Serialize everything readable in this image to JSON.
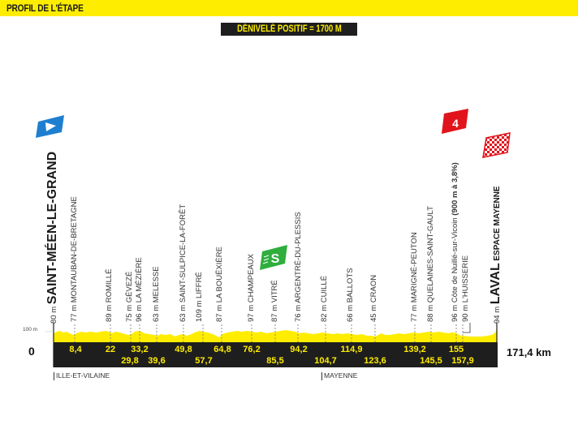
{
  "header": {
    "title": "PROFIL DE L'ÉTAPE",
    "elevation_gain": "DÉNIVELÉ POSITIF = 1700 M"
  },
  "axis": {
    "y_zero": "0",
    "y_ref": "100 m",
    "total_distance": "171,4 km"
  },
  "colors": {
    "yellow": "#ffed00",
    "band": "#1e1e1e",
    "start_flag": "#1e7fd0",
    "sprint_badge": "#2fae3d",
    "climb_badge": "#e1141c",
    "finish_flag": "#e1141c"
  },
  "badges": {
    "start": "start-flag",
    "sprint": "S",
    "climb_category": "4",
    "finish": "finish-checkered-flag"
  },
  "regions": [
    {
      "label": "ILLE-ET-VILAINE",
      "km": 0
    },
    {
      "label": "MAYENNE",
      "km": 104.7
    }
  ],
  "waypoints": [
    {
      "alt": "80 m",
      "name": "SAINT-MÉEN-LE-GRAND",
      "sub": "",
      "km": 0,
      "type": "start"
    },
    {
      "alt": "77 m",
      "name": "MONTAUBAN-DE-BRETAGNE",
      "km": 8.4
    },
    {
      "alt": "89 m",
      "name": "ROMILLÉ",
      "km": 22
    },
    {
      "alt": "75 m",
      "name": "GÉVEZÉ",
      "km": 29.8
    },
    {
      "alt": "96 m",
      "name": "LA MÉZIÈRE",
      "km": 33.2
    },
    {
      "alt": "63 m",
      "name": "MELESSE",
      "km": 39.6
    },
    {
      "alt": "63 m",
      "name": "SAINT-SULPICE-LA-FORÊT",
      "km": 49.8
    },
    {
      "alt": "109 m",
      "name": "LIFFRÉ",
      "km": 57.7
    },
    {
      "alt": "87 m",
      "name": "LA BOUËXIÈRE",
      "km": 64.8
    },
    {
      "alt": "97 m",
      "name": "CHAMPEAUX",
      "km": 76.2
    },
    {
      "alt": "87 m",
      "name": "VITRÉ",
      "km": 85.5,
      "type": "sprint"
    },
    {
      "alt": "76 m",
      "name": "ARGENTRÉ-DU-PLESSIS",
      "km": 94.2
    },
    {
      "alt": "82 m",
      "name": "CUILLÉ",
      "km": 104.7
    },
    {
      "alt": "66 m",
      "name": "BALLOTS",
      "km": 114.9
    },
    {
      "alt": "45 m",
      "name": "CRAON",
      "km": 123.6
    },
    {
      "alt": "77 m",
      "name": "MARIGNÉ-PEUTON",
      "km": 139.2
    },
    {
      "alt": "88 m",
      "name": "QUELAINES-SAINT-GAULT",
      "km": 145.5
    },
    {
      "alt": "96 m",
      "name": "Côte de Nuillé-sur-Vicoin",
      "climb": "(900 m à 3,8%)",
      "km": 155,
      "type": "climb"
    },
    {
      "alt": "90 m",
      "name": "L'HUISSERIE",
      "km": 157.9
    },
    {
      "alt": "94 m",
      "name": "LAVAL",
      "sub": "ESPACE MAYENNE",
      "km": 171.4,
      "type": "finish"
    }
  ],
  "km_markers_top": [
    "8,4",
    "22",
    "33,2",
    "49,8",
    "64,8",
    "76,2",
    "94,2",
    "114,9",
    "139,2",
    "155"
  ],
  "km_markers_bottom": [
    "29,8",
    "39,6",
    "57,7",
    "85,5",
    "104,7",
    "123,6",
    "145,5",
    "157,9"
  ],
  "chart_data": {
    "type": "area",
    "title": "PROFIL DE L'ÉTAPE",
    "subtitle": "DÉNIVELÉ POSITIF = 1700 M",
    "xlabel": "km",
    "ylabel": "m",
    "xlim": [
      0,
      171.4
    ],
    "ylim": [
      0,
      110
    ],
    "grid": false,
    "x": [
      0,
      8.4,
      22,
      29.8,
      33.2,
      39.6,
      49.8,
      57.7,
      64.8,
      76.2,
      85.5,
      94.2,
      104.7,
      114.9,
      123.6,
      139.2,
      145.5,
      155,
      157.9,
      171.4
    ],
    "series": [
      {
        "name": "Altitude",
        "values": [
          80,
          77,
          89,
          75,
          96,
          63,
          63,
          109,
          87,
          97,
          87,
          76,
          82,
          66,
          45,
          77,
          88,
          96,
          90,
          94
        ]
      }
    ],
    "tick_labels_x": [
      "0",
      "8,4",
      "22",
      "29,8",
      "33,2",
      "39,6",
      "49,8",
      "57,7",
      "64,8",
      "76,2",
      "85,5",
      "94,2",
      "104,7",
      "114,9",
      "123,6",
      "139,2",
      "145,5",
      "155",
      "157,9",
      "171,4 km"
    ],
    "annotations": [
      "Départ: SAINT-MÉEN-LE-GRAND (80 m)",
      "Sprint intermédiaire: VITRÉ (km 85,5)",
      "Côte de Nuillé-sur-Vicoin (900 m à 3,8%) — 4e catégorie, km 155",
      "Arrivée: LAVAL ESPACE MAYENNE (94 m)",
      "ILLE-ET-VILAINE",
      "MAYENNE"
    ]
  }
}
